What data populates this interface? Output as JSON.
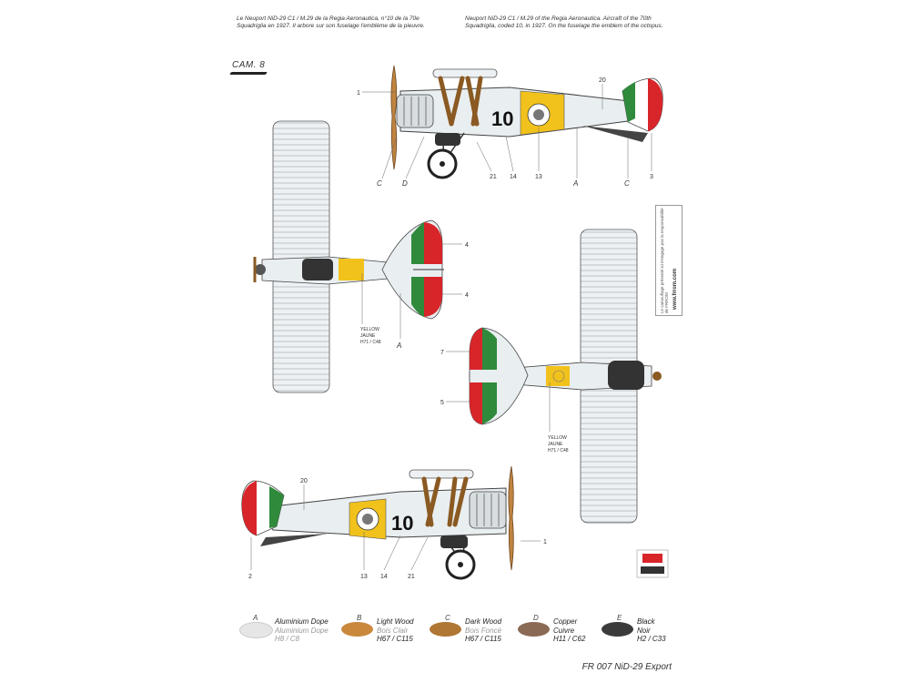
{
  "captions": {
    "french": "Le Neuport NiD-29 C1 / M.29 de la Regia Aeronautica, n°10 de la 70e Squadriglia en 1927. Il arbore sur son fuselage l'emblème de la pieuvre.",
    "english": "Neuport NiD-29 C1 / M.29 of the Regia Aeronautica. Aircraft of the 70th Squadriglia, coded 10, in 1927. On the fuselage the emblem of the octopus."
  },
  "camo_label": "CAM. 8",
  "aircraft_code": "10",
  "callouts": {
    "top_profile": {
      "c1": "C",
      "d": "D",
      "a": "A",
      "c2": "C",
      "n1": "1",
      "n21": "21",
      "n14": "14",
      "n13": "13",
      "n20": "20",
      "n3": "3"
    },
    "top_view": {
      "n4a": "4",
      "n4b": "4",
      "a": "A",
      "yellow": [
        "YELLOW",
        "JAUNE",
        "H71 / C48"
      ]
    },
    "under_view": {
      "n7": "7",
      "n5": "5",
      "yellow": [
        "YELLOW",
        "JAUNE",
        "H71 / C48"
      ]
    },
    "bottom_profile": {
      "n20": "20",
      "n2": "2",
      "n13": "13",
      "n14": "14",
      "n21": "21",
      "n1": "1"
    }
  },
  "legend": [
    {
      "letter": "A",
      "lines": [
        "Aluminium Dope",
        "Aluminium Dope",
        "H8 / C8"
      ],
      "color": "#e6e6e6"
    },
    {
      "letter": "B",
      "lines": [
        "Light Wood",
        "Bois Clair",
        "H67 / C115"
      ],
      "color": "#c9883c"
    },
    {
      "letter": "C",
      "lines": [
        "Dark Wood",
        "Bois Foncé",
        "H67 / C115"
      ],
      "color": "#b07634"
    },
    {
      "letter": "D",
      "lines": [
        "Copper",
        "Cuivre",
        "H11 / C62"
      ],
      "color": "#8a6a55"
    },
    {
      "letter": "E",
      "lines": [
        "Black",
        "Noir",
        "H2 / C33"
      ],
      "color": "#3b3b3b"
    }
  ],
  "footer": "FR 007 NiD-29 Export",
  "side_tag": "Le camouflage présenté ici n'engage pas la responsabilité de FRROM",
  "website": "www.frrom.com",
  "colors": {
    "green": "#2f8a3c",
    "red": "#d8252a",
    "yellow": "#f2c21c",
    "wood": "#c08440",
    "aluminium": "#e9eef1"
  }
}
